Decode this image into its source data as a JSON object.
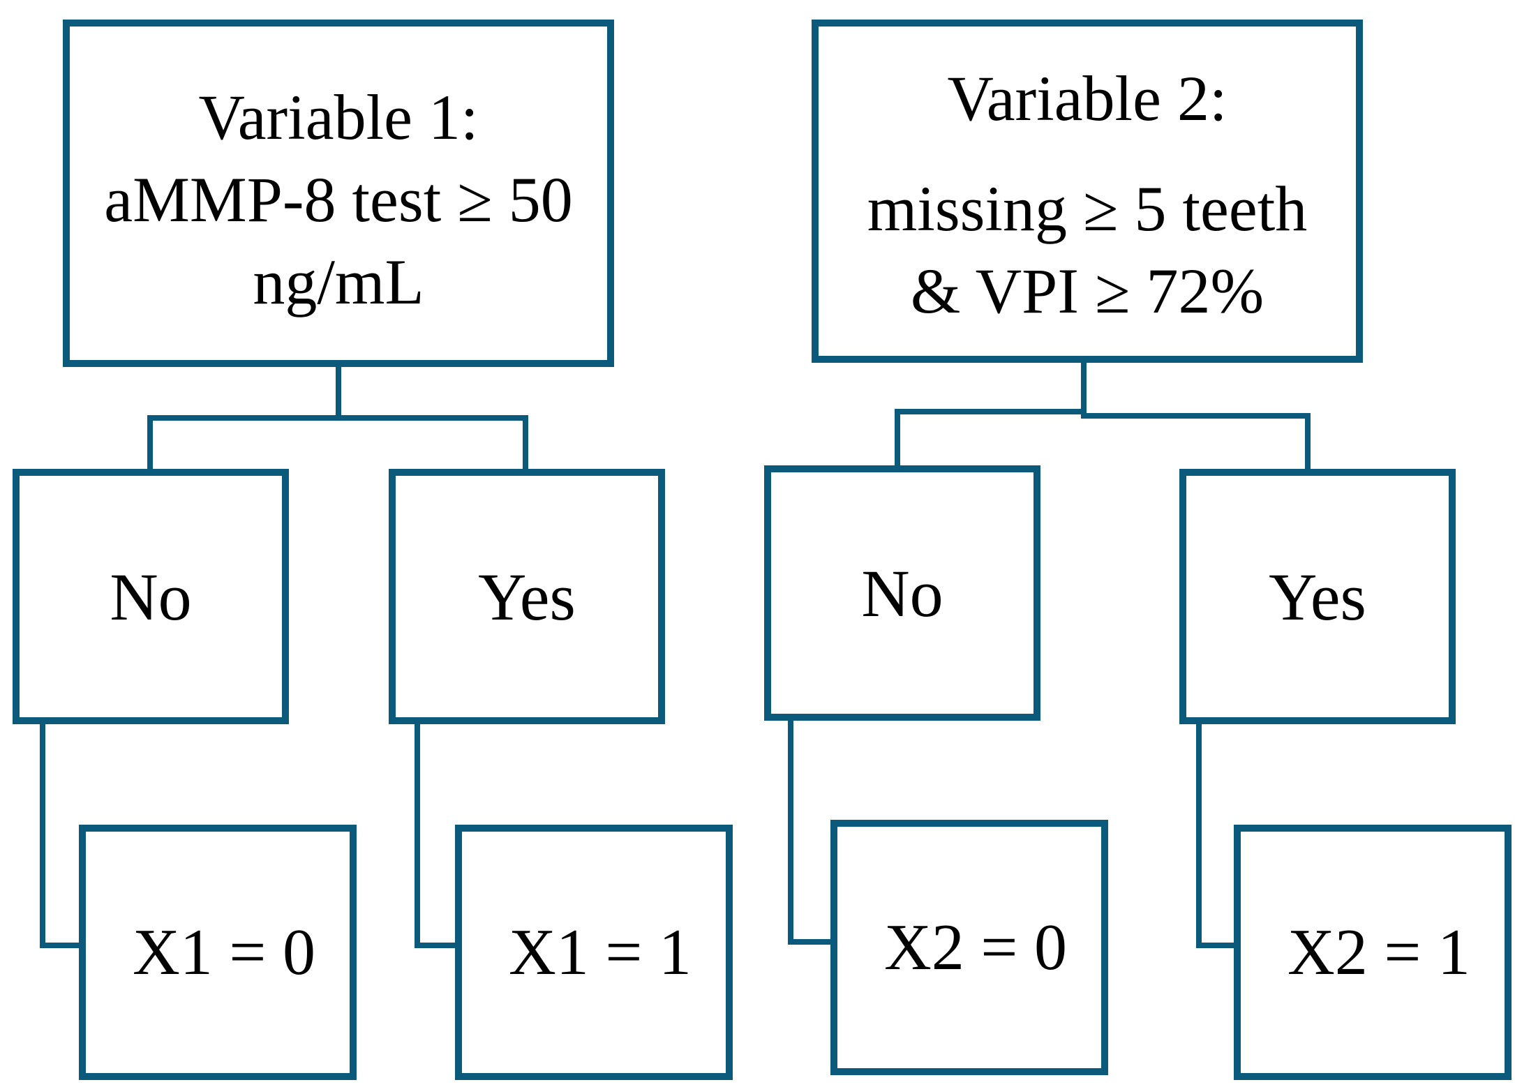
{
  "colors": {
    "stroke": "#0b5a7c",
    "text": "#000000",
    "background": "#ffffff"
  },
  "variables": [
    {
      "lines": [
        "Variable 1:",
        "aMMP-8 test ≥ 50",
        "ng/mL"
      ],
      "no_label": "No",
      "yes_label": "Yes",
      "no_result": "X1 = 0",
      "yes_result": "X1 = 1"
    },
    {
      "lines": [
        "Variable 2:",
        "missing ≥ 5 teeth",
        "& VPI ≥ 72%"
      ],
      "no_label": "No",
      "yes_label": "Yes",
      "no_result": "X2 = 0",
      "yes_result": "X2 = 1"
    }
  ]
}
